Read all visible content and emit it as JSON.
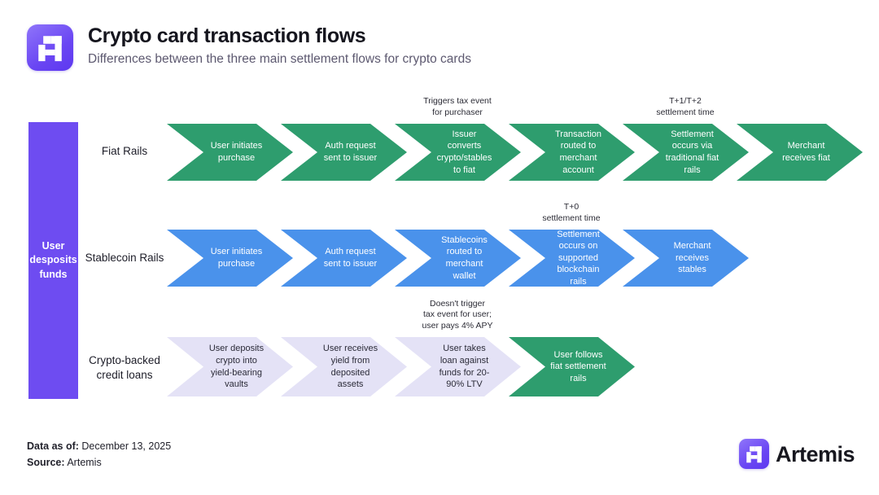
{
  "header": {
    "title": "Crypto card transaction flows",
    "subtitle": "Differences between the three main settlement flows for crypto cards"
  },
  "left_bar": {
    "label": "User desposits funds",
    "color": "#6E4CF1"
  },
  "rows": [
    {
      "label": "Fiat Rails",
      "color": "#2E9D6E",
      "text_color": "#FFFFFF",
      "steps": [
        {
          "text": "User initiates purchase"
        },
        {
          "text": "Auth request sent to issuer"
        },
        {
          "text": "Issuer converts crypto/stables to fiat",
          "annotation": [
            "Triggers tax event",
            "for purchaser"
          ]
        },
        {
          "text": "Transaction routed to merchant account"
        },
        {
          "text": "Settlement occurs via traditional fiat rails",
          "annotation": [
            "T+1/T+2",
            "settlement time"
          ]
        },
        {
          "text": "Merchant receives fiat"
        }
      ]
    },
    {
      "label": "Stablecoin Rails",
      "color": "#4A92EB",
      "text_color": "#FFFFFF",
      "steps": [
        {
          "text": "User initiates purchase"
        },
        {
          "text": "Auth request sent to issuer"
        },
        {
          "text": "Stablecoins routed to merchant wallet"
        },
        {
          "text": "Settlement occurs on supported blockchain rails",
          "annotation": [
            "T+0",
            "settlement time"
          ]
        },
        {
          "text": "Merchant receives stables"
        }
      ]
    },
    {
      "label": "Crypto-backed credit loans",
      "color": "#E4E2F6",
      "text_color": "#2B2B38",
      "steps": [
        {
          "text": "User deposits crypto into yield-bearing vaults"
        },
        {
          "text": "User receives yield from deposited assets"
        },
        {
          "text": "User takes loan against funds for 20-90% LTV",
          "annotation": [
            "Doesn't trigger",
            "tax event for user;",
            "user pays 4% APY"
          ]
        },
        {
          "text": "User follows fiat settlement rails",
          "color": "#2E9D6E",
          "text_color": "#FFFFFF"
        }
      ]
    }
  ],
  "footer": {
    "data_as_of_label": "Data as of:",
    "data_as_of_value": "December 13, 2025",
    "source_label": "Source:",
    "source_value": "Artemis"
  },
  "brand": {
    "name": "Artemis"
  }
}
